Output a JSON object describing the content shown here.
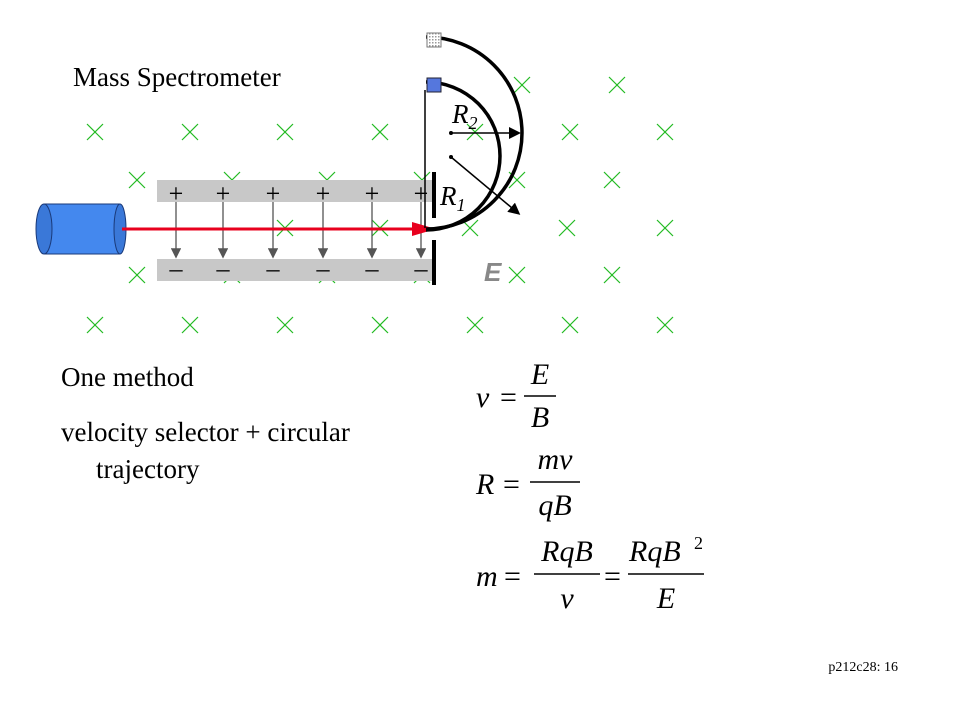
{
  "title": "Mass Spectrometer",
  "labels": {
    "r2": "R",
    "r2_sub": "2",
    "r1": "R",
    "r1_sub": "1",
    "e_field": "E",
    "plus": "+",
    "minus": "–"
  },
  "text": {
    "line1": "One method",
    "line2": "velocity selector + circular",
    "line3": "trajectory"
  },
  "equations": {
    "eq1": {
      "lhs": "v",
      "num": "E",
      "den": "B"
    },
    "eq2": {
      "lhs": "R",
      "num": "mv",
      "den": "qB"
    },
    "eq3": {
      "lhs": "m",
      "num1": "RqB",
      "den1": "v",
      "num2": "RqB",
      "exp2": "2",
      "den2": "E"
    }
  },
  "footer": "p212c28: 16",
  "colors": {
    "cross": "#22bb22",
    "beam": "#e8001e",
    "source": "#4488ee",
    "plate": "#c8c8c8",
    "detector": "#5577dd"
  }
}
